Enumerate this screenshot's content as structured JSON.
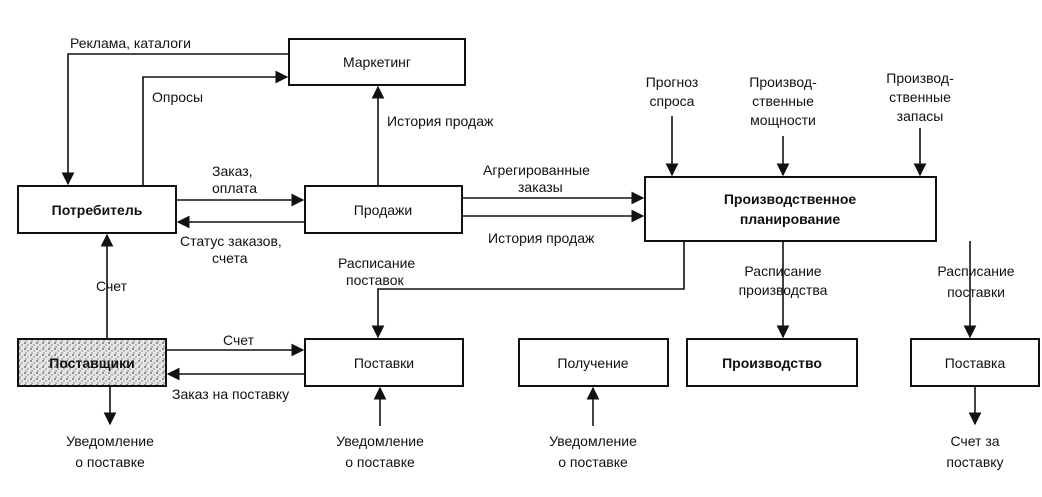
{
  "nodes": {
    "marketing": "Маркетинг",
    "consumer": "Потребитель",
    "sales": "Продажи",
    "planning_1": "Производственное",
    "planning_2": "планирование",
    "suppliers": "Поставщики",
    "supplies": "Поставки",
    "receiving": "Получение",
    "production": "Производство",
    "delivery": "Поставка"
  },
  "labels": {
    "ads": "Реклама, каталоги",
    "surveys": "Опросы",
    "sales_history_up": "История продаж",
    "order_1": "Заказ,",
    "order_2": "оплата",
    "status_1": "Статус заказов,",
    "status_2": "счета",
    "aggregated_1": "Агрегированные",
    "aggregated_2": "заказы",
    "sales_history_right": "История продаж",
    "forecast_1": "Прогноз",
    "forecast_2": "спроса",
    "capacity_1": "Производ-",
    "capacity_2": "ственные",
    "capacity_3": "мощности",
    "stock_1": "Производ-",
    "stock_2": "ственные",
    "stock_3": "запасы",
    "supply_schedule_1": "Расписание",
    "supply_schedule_2": "поставок",
    "prod_schedule_1": "Расписание",
    "prod_schedule_2": "производства",
    "delivery_schedule_1": "Расписание",
    "delivery_schedule_2": "поставки",
    "invoice_left": "Счет",
    "invoice_mid": "Счет",
    "supply_order": "Заказ на поставку",
    "notice_1_a": "Уведомление",
    "notice_1_b": "о поставке",
    "notice_2_a": "Уведомление",
    "notice_2_b": "о поставке",
    "notice_3_a": "Уведомление",
    "notice_3_b": "о поставке",
    "invoice_final_1": "Счет за",
    "invoice_final_2": "поставку"
  }
}
